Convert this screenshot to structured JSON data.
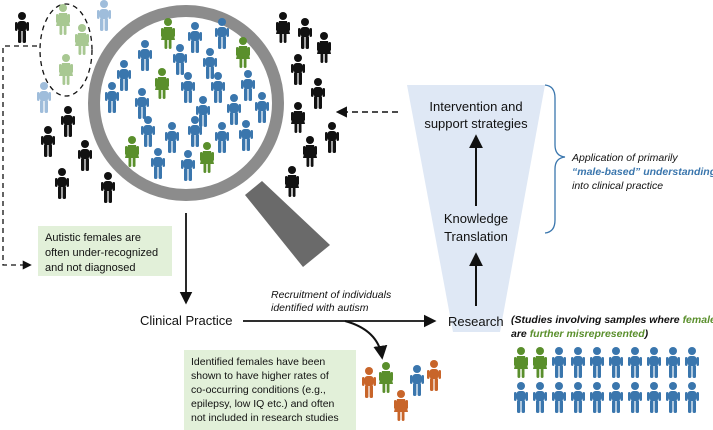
{
  "funnel": {
    "top_label_line1": "Intervention and",
    "top_label_line2": "support strategies",
    "middle_label_line1": "Knowledge",
    "middle_label_line2": "Translation",
    "bottom_label": "Research"
  },
  "clinical_practice_label": "Clinical Practice",
  "recruitment_label": {
    "line1": "Recruitment of individuals",
    "line2": "identified with autism"
  },
  "underrecognized_note": {
    "line1": "Autistic females are",
    "line2": "often under-recognized",
    "line3": "and not diagnosed"
  },
  "identified_females_note": {
    "line1": "Identified females have been",
    "line2": "shown to have higher rates of",
    "line3": "co-occurring conditions (e.g.,",
    "line4": "epilepsy, low IQ etc.) and often",
    "line5": "not included in research studies"
  },
  "application_note": {
    "line1": "Application of primarily",
    "line2_highlight": "“male-based” understanding",
    "line3": "into clinical practice"
  },
  "studies_note": {
    "part1": "(Studies involving samples where ",
    "highlight1": "females",
    "part2": "are ",
    "highlight2": "further misrepresented",
    "part3": ")"
  },
  "colors": {
    "male_blue": "#3a76ad",
    "female_green": "#5a8f2c",
    "light_green": "#a8c892",
    "light_blue": "#9fbddb",
    "orange": "#c8652a",
    "black": "#111111",
    "note_green": "#e2f0d9",
    "funnel_blue": "#dfe8f5",
    "highlight_blue": "#3a76ad",
    "highlight_green": "#5a8f2c"
  },
  "icons": [
    "magnifying-glass-icon",
    "person-icon"
  ]
}
